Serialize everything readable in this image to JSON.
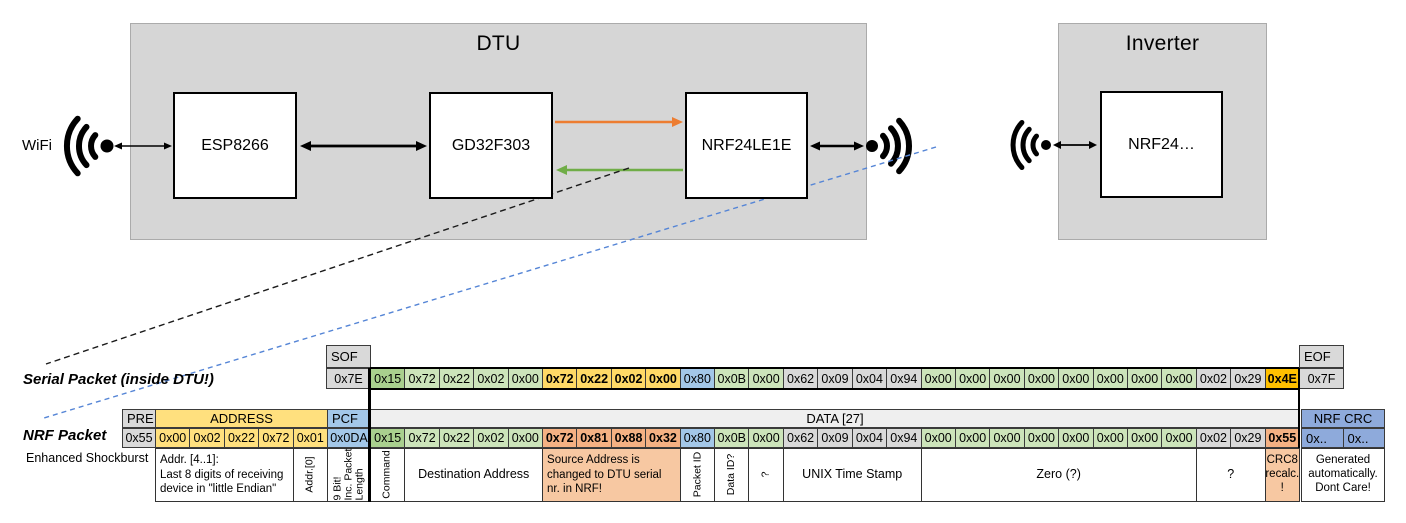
{
  "colors": {
    "green_dark": "#A9D08E",
    "green_light": "#CCE4BA",
    "amber": "#FFD966",
    "gold": "#FFC000",
    "blue": "#A3C7E8",
    "crc_blue": "#8EAADB",
    "gray": "#D9D9D9",
    "data_header": "#EFEFEF",
    "yellow": "#FFE07E",
    "salmon": "#F4B183",
    "salmon_light": "#F7C8A2",
    "panel_gray": "#D6D6D6",
    "orange_arrow": "#ED7D31",
    "green_arrow": "#70AD47",
    "blue_dash": "#5585D6"
  },
  "top": {
    "wifi_label": "WiFi",
    "dtu": {
      "title": "DTU",
      "chips": [
        {
          "label": "ESP8266"
        },
        {
          "label": "GD32F303"
        },
        {
          "label": "NRF24LE1E"
        }
      ]
    },
    "inverter": {
      "title": "Inverter",
      "chip": "NRF24…"
    }
  },
  "serial": {
    "label": "Serial Packet (inside DTU!)",
    "sof_header": "SOF",
    "sof": "0x7E",
    "eof_header": "EOF",
    "eof": "0x7F",
    "bytes": [
      {
        "v": "0x15",
        "c": "green_dark"
      },
      {
        "v": "0x72",
        "c": "green_light"
      },
      {
        "v": "0x22",
        "c": "green_light"
      },
      {
        "v": "0x02",
        "c": "green_light"
      },
      {
        "v": "0x00",
        "c": "green_light"
      },
      {
        "v": "0x72",
        "c": "amber",
        "b": true
      },
      {
        "v": "0x22",
        "c": "amber",
        "b": true
      },
      {
        "v": "0x02",
        "c": "amber",
        "b": true
      },
      {
        "v": "0x00",
        "c": "amber",
        "b": true
      },
      {
        "v": "0x80",
        "c": "blue"
      },
      {
        "v": "0x0B",
        "c": "green_light"
      },
      {
        "v": "0x00",
        "c": "green_light"
      },
      {
        "v": "0x62",
        "c": "gray"
      },
      {
        "v": "0x09",
        "c": "gray"
      },
      {
        "v": "0x04",
        "c": "gray"
      },
      {
        "v": "0x94",
        "c": "gray"
      },
      {
        "v": "0x00",
        "c": "green_light"
      },
      {
        "v": "0x00",
        "c": "green_light"
      },
      {
        "v": "0x00",
        "c": "green_light"
      },
      {
        "v": "0x00",
        "c": "green_light"
      },
      {
        "v": "0x00",
        "c": "green_light"
      },
      {
        "v": "0x00",
        "c": "green_light"
      },
      {
        "v": "0x00",
        "c": "green_light"
      },
      {
        "v": "0x00",
        "c": "green_light"
      },
      {
        "v": "0x02",
        "c": "gray"
      },
      {
        "v": "0x29",
        "c": "gray"
      },
      {
        "v": "0x4E",
        "c": "gold",
        "b": true
      }
    ]
  },
  "nrf": {
    "label": "NRF Packet",
    "sublabel": "Enhanced Shockburst",
    "pre_header": "PRE",
    "pre": "0x55",
    "address_header": "ADDRESS",
    "address": [
      "0x00",
      "0x02",
      "0x22",
      "0x72",
      "0x01"
    ],
    "pcf_header": "PCF",
    "pcf": "0x0DA",
    "data_header": "DATA [27]",
    "crc_header": "NRF CRC",
    "crc": [
      "0x..",
      "0x.."
    ],
    "bytes": [
      {
        "v": "0x15",
        "c": "green_dark"
      },
      {
        "v": "0x72",
        "c": "green_light"
      },
      {
        "v": "0x22",
        "c": "green_light"
      },
      {
        "v": "0x02",
        "c": "green_light"
      },
      {
        "v": "0x00",
        "c": "green_light"
      },
      {
        "v": "0x72",
        "c": "salmon",
        "b": true
      },
      {
        "v": "0x81",
        "c": "salmon",
        "b": true
      },
      {
        "v": "0x88",
        "c": "salmon",
        "b": true
      },
      {
        "v": "0x32",
        "c": "salmon",
        "b": true
      },
      {
        "v": "0x80",
        "c": "blue"
      },
      {
        "v": "0x0B",
        "c": "green_light"
      },
      {
        "v": "0x00",
        "c": "green_light"
      },
      {
        "v": "0x62",
        "c": "gray"
      },
      {
        "v": "0x09",
        "c": "gray"
      },
      {
        "v": "0x04",
        "c": "gray"
      },
      {
        "v": "0x94",
        "c": "gray"
      },
      {
        "v": "0x00",
        "c": "green_light"
      },
      {
        "v": "0x00",
        "c": "green_light"
      },
      {
        "v": "0x00",
        "c": "green_light"
      },
      {
        "v": "0x00",
        "c": "green_light"
      },
      {
        "v": "0x00",
        "c": "green_light"
      },
      {
        "v": "0x00",
        "c": "green_light"
      },
      {
        "v": "0x00",
        "c": "green_light"
      },
      {
        "v": "0x00",
        "c": "green_light"
      },
      {
        "v": "0x02",
        "c": "gray"
      },
      {
        "v": "0x29",
        "c": "gray"
      },
      {
        "v": "0x55",
        "c": "salmon",
        "b": true
      }
    ]
  },
  "annotations": [
    {
      "id": "addr-desc",
      "text": "Addr. [4..1]:\nLast 8 digits of receiving\ndevice in \"little Endian\""
    },
    {
      "id": "addr0",
      "text": "Addr.[0]"
    },
    {
      "id": "pcf-note",
      "text": "9 Bit!\nInc. Packet\nLength"
    },
    {
      "id": "command",
      "text": "Command"
    },
    {
      "id": "dest-address",
      "text": "Destination Address"
    },
    {
      "id": "src-address",
      "text": "Source Address is\nchanged to DTU serial\nnr. in NRF!",
      "highlight": true
    },
    {
      "id": "packet-id",
      "text": "Packet ID"
    },
    {
      "id": "data-id",
      "text": "Data ID?"
    },
    {
      "id": "q1",
      "text": "?"
    },
    {
      "id": "unix",
      "text": "UNIX Time Stamp"
    },
    {
      "id": "zero",
      "text": "Zero (?)"
    },
    {
      "id": "q2",
      "text": "?"
    },
    {
      "id": "crc8",
      "text": "CRC8\nrecalc.\n!",
      "highlight": true
    },
    {
      "id": "generated",
      "text": "Generated\nautomatically.\nDont Care!"
    }
  ]
}
